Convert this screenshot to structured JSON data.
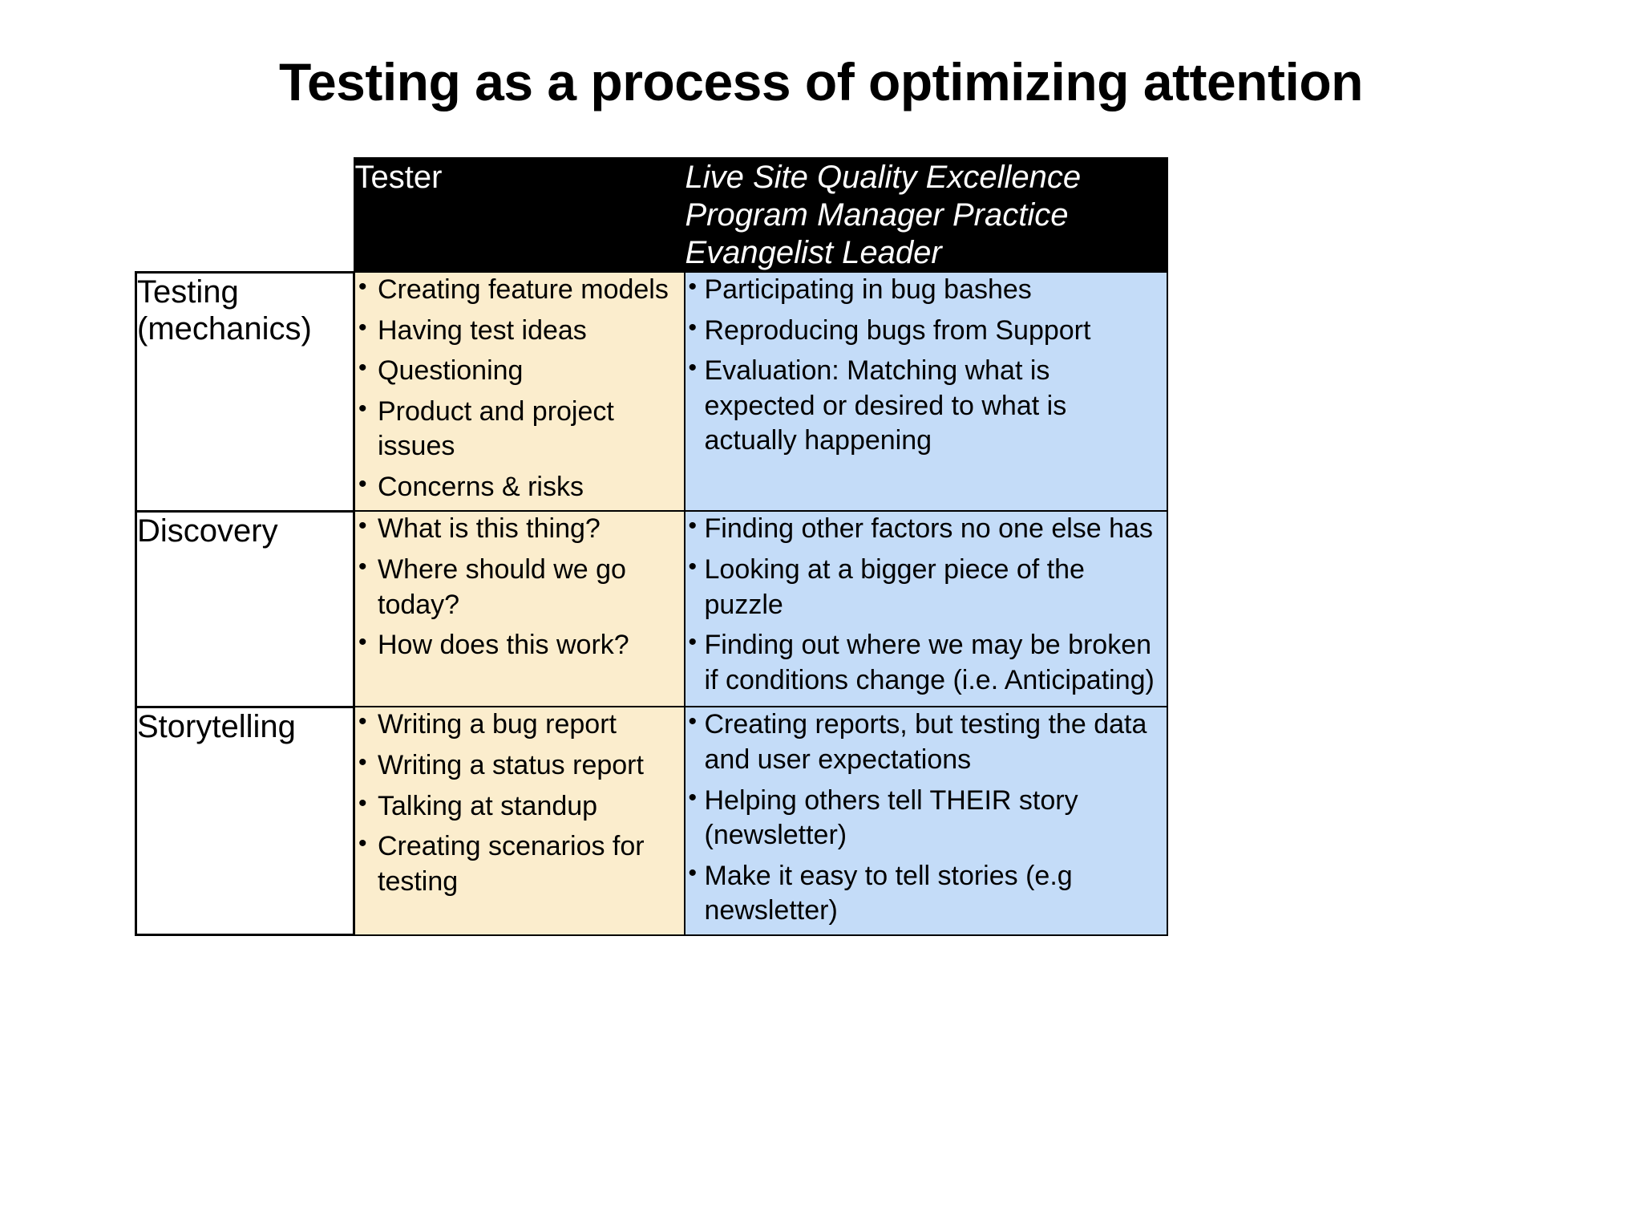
{
  "slide": {
    "title": "Testing as a process of optimizing attention"
  },
  "table": {
    "header": {
      "corner_label": "",
      "columns": [
        {
          "label": "Tester",
          "style": "normal"
        },
        {
          "label": "Live Site Quality Excellence Program Manager Practice Evangelist Leader",
          "style": "italic"
        }
      ]
    },
    "rows": [
      {
        "category": "Testing (mechanics)",
        "tester": [
          "Creating feature models",
          "Having test ideas",
          "Questioning",
          "Product and project issues",
          "Concerns & risks"
        ],
        "lsq": [
          "Participating in bug bashes",
          "Reproducing bugs from Support",
          "Evaluation: Matching what is expected or desired to what is actually happening"
        ]
      },
      {
        "category": "Discovery",
        "tester": [
          "What is this thing?",
          "Where should we go today?",
          "How does this work?"
        ],
        "lsq": [
          "Finding other factors no one else has",
          "Looking at a bigger piece of the puzzle",
          "Finding out where we may be broken if conditions change (i.e. Anticipating)"
        ]
      },
      {
        "category": "Storytelling",
        "tester": [
          "Writing a bug report",
          "Writing a status report",
          "Talking at standup",
          "Creating scenarios for testing"
        ],
        "lsq": [
          "Creating reports, but testing the data and user expectations",
          "Helping others tell THEIR story (newsletter)",
          "Make it easy to tell stories (e.g newsletter)"
        ]
      }
    ]
  },
  "colors": {
    "header_bg": "#000000",
    "header_fg": "#ffffff",
    "cream": "#fbedcd",
    "blue": "#c4dcf8",
    "border": "#000000",
    "page_bg": "#ffffff"
  }
}
